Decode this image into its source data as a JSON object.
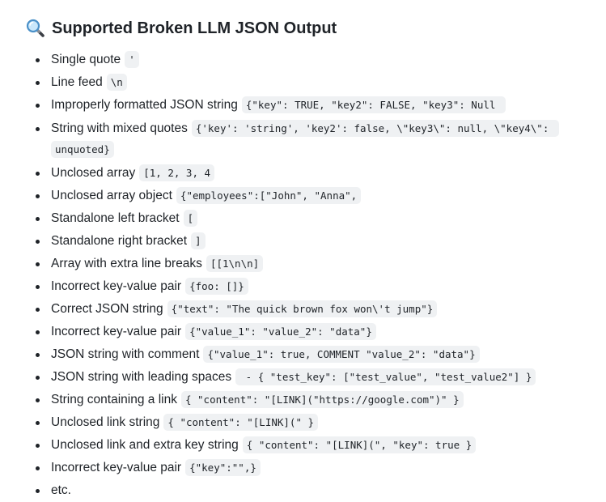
{
  "heading": {
    "icon": "magnifying-glass-icon",
    "title": "Supported Broken LLM JSON Output"
  },
  "items": [
    {
      "label": "Single quote",
      "code": "'"
    },
    {
      "label": "Line feed",
      "code": "\\n"
    },
    {
      "label": "Improperly formatted JSON string",
      "code": "{\"key\": TRUE, \"key2\": FALSE, \"key3\": Null "
    },
    {
      "label": "String with mixed quotes",
      "code": "{'key': 'string', 'key2': false, \\\"key3\\\": null, \\\"key4\\\": unquoted}"
    },
    {
      "label": "Unclosed array",
      "code": "[1, 2, 3, 4"
    },
    {
      "label": "Unclosed array object",
      "code": "{\"employees\":[\"John\", \"Anna\","
    },
    {
      "label": "Standalone left bracket",
      "code": "["
    },
    {
      "label": "Standalone right bracket",
      "code": "]"
    },
    {
      "label": "Array with extra line breaks",
      "code": "[[1\\n\\n]"
    },
    {
      "label": "Incorrect key-value pair",
      "code": "{foo: []}"
    },
    {
      "label": "Correct JSON string",
      "code": "{\"text\": \"The quick brown fox won\\'t jump\"}"
    },
    {
      "label": "Incorrect key-value pair",
      "code": "{\"value_1\": \"value_2\": \"data\"}"
    },
    {
      "label": "JSON string with comment",
      "code": "{\"value_1\": true, COMMENT \"value_2\": \"data\"}"
    },
    {
      "label": "JSON string with leading spaces",
      "code": " - { \"test_key\": [\"test_value\", \"test_value2\"] }"
    },
    {
      "label": "String containing a link",
      "code": "{ \"content\": \"[LINK](\"https://google.com\")\" }"
    },
    {
      "label": "Unclosed link string",
      "code": "{ \"content\": \"[LINK](\" }"
    },
    {
      "label": "Unclosed link and extra key string",
      "code": "{ \"content\": \"[LINK](\", \"key\": true }"
    },
    {
      "label": "Incorrect key-value pair",
      "code": "{\"key\":\"\",}"
    },
    {
      "label": "etc."
    }
  ]
}
